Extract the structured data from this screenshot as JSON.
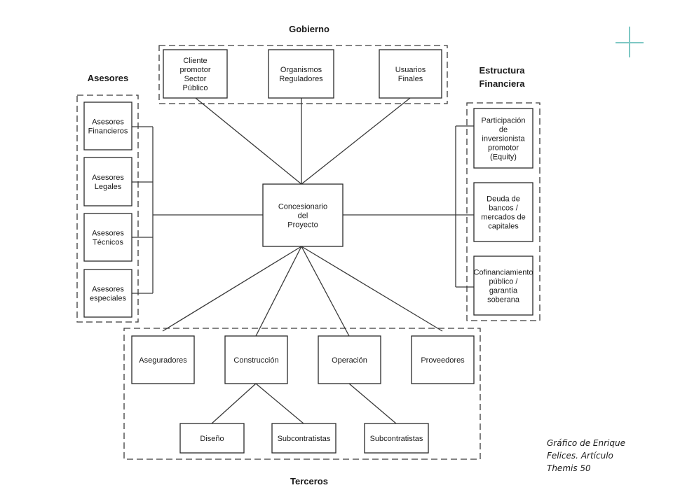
{
  "groups": {
    "gobierno": "Gobierno",
    "asesores": "Asesores",
    "estructura": [
      "Estructura",
      "Financiera"
    ],
    "terceros": "Terceros"
  },
  "nodes": {
    "center": [
      "Concesionario",
      "del",
      "Proyecto"
    ],
    "gobierno": [
      [
        "Cliente",
        "promotor",
        "Sector",
        "Público"
      ],
      [
        "Organismos",
        "Reguladores"
      ],
      [
        "Usuarios",
        "Finales"
      ]
    ],
    "asesores": [
      [
        "Asesores",
        "Financieros"
      ],
      [
        "Asesores",
        "Legales"
      ],
      [
        "Asesores",
        "Técnicos"
      ],
      [
        "Asesores",
        "especiales"
      ]
    ],
    "estructura": [
      [
        "Participación",
        "de",
        "inversionista",
        "promotor",
        "(Equity)"
      ],
      [
        "Deuda de",
        "bancos /",
        "mercados de",
        "capitales"
      ],
      [
        "Cofinanciamiento",
        "público /",
        "garantía",
        "soberana"
      ]
    ],
    "terceros": [
      "Aseguradores",
      "Construcción",
      "Operación",
      "Proveedores"
    ],
    "sub": [
      "Diseño",
      "Subcontratistas",
      "Subcontratistas"
    ]
  },
  "caption": [
    "Gráfico de Enrique",
    "Felices. Artículo",
    "Themis 50"
  ],
  "colors": {
    "accent": "#7ec8c4",
    "line": "#3a3a3a"
  }
}
